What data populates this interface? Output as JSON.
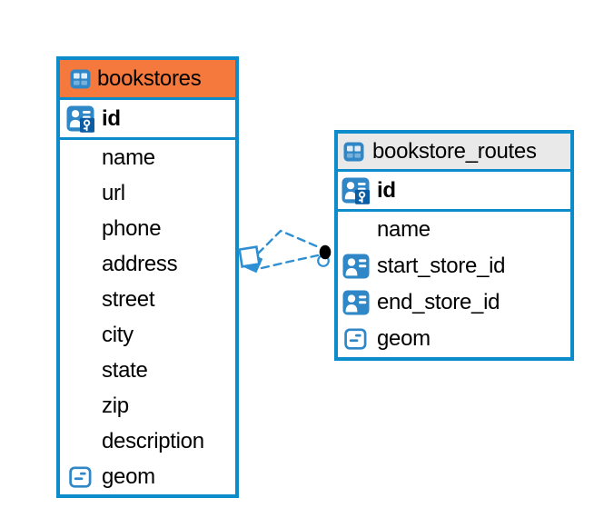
{
  "colors": {
    "table-border": "#0D8CCB",
    "icon-blue": "#2F87C7",
    "abc-blue": "#4A91CC",
    "key-badge-blue": "#0A5CA5",
    "bookstores-header": "#F5793C",
    "routes-header": "#E9E9E9",
    "dash-blue": "#2E8FD2",
    "text": "#000000",
    "canvas-bg": "#FFFFFF"
  },
  "icons": {
    "text_icon_glyph": "ABC"
  },
  "diagram": {
    "tables": [
      {
        "name": "bookstores",
        "icon": "table-icon",
        "header_color": "#F5793C",
        "columns": [
          {
            "name": "id",
            "icon": "primary-key-icon"
          },
          {
            "name": "name",
            "icon": "text-icon"
          },
          {
            "name": "url",
            "icon": "text-icon"
          },
          {
            "name": "phone",
            "icon": "text-icon"
          },
          {
            "name": "address",
            "icon": "text-icon"
          },
          {
            "name": "street",
            "icon": "text-icon"
          },
          {
            "name": "city",
            "icon": "text-icon"
          },
          {
            "name": "state",
            "icon": "text-icon"
          },
          {
            "name": "zip",
            "icon": "text-icon"
          },
          {
            "name": "description",
            "icon": "text-icon"
          },
          {
            "name": "geom",
            "icon": "geometry-icon"
          }
        ]
      },
      {
        "name": "bookstore_routes",
        "icon": "table-icon",
        "header_color": "#E9E9E9",
        "columns": [
          {
            "name": "id",
            "icon": "primary-key-icon"
          },
          {
            "name": "name",
            "icon": "text-icon"
          },
          {
            "name": "start_store_id",
            "icon": "foreign-key-icon"
          },
          {
            "name": "end_store_id",
            "icon": "foreign-key-icon"
          },
          {
            "name": "geom",
            "icon": "geometry-icon"
          }
        ]
      }
    ],
    "relationships": [
      {
        "from": "bookstores",
        "to": "bookstore_routes",
        "style": "dashed"
      },
      {
        "from": "bookstores",
        "to": "bookstore_routes",
        "style": "dashed"
      }
    ]
  }
}
